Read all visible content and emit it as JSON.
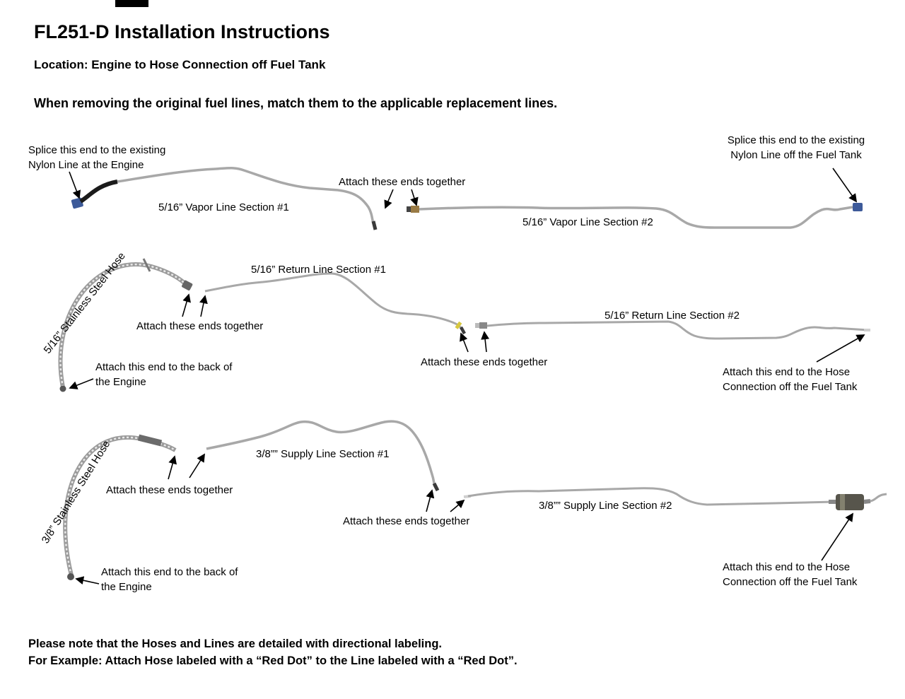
{
  "header": {
    "title": "FL251-D Installation Instructions",
    "location": "Location: Engine to Hose Connection off Fuel Tank",
    "note": "When removing the original fuel lines, match them to the applicable replacement lines."
  },
  "vapor": {
    "splice_engine": "Splice this end to the existing\nNylon Line at the Engine",
    "section1": "5/16” Vapor Line Section #1",
    "attach": "Attach these ends together",
    "section2": "5/16” Vapor Line Section #2",
    "splice_tank": "Splice this end to the existing\nNylon Line off the Fuel Tank"
  },
  "return": {
    "hose": "5/16” Stainless Steel Hose",
    "section1": "5/16” Return Line Section #1",
    "attach1": "Attach these ends together",
    "attach2": "Attach these ends together",
    "section2": "5/16” Return Line Section #2",
    "engine_end": "Attach this end to the back of\nthe Engine",
    "tank_end": "Attach this end to the Hose\nConnection off the Fuel Tank"
  },
  "supply": {
    "hose": "3/8” Stainless Steel Hose",
    "section1": "3/8”” Supply Line Section #1",
    "attach1": "Attach these ends together",
    "attach2": "Attach these ends together",
    "section2": "3/8”” Supply Line Section #2",
    "engine_end": "Attach this end to the back of\nthe Engine",
    "tank_end": "Attach this end to the Hose\nConnection off the Fuel Tank"
  },
  "footer": {
    "line1": "Please note that the Hoses and Lines are detailed with directional labeling.",
    "line2": "For Example: Attach Hose labeled with a “Red Dot” to the Line labeled with a “Red Dot”."
  },
  "colors": {
    "line_steel": "#a8a8a8",
    "fitting_blue": "#3d5a99",
    "fitting_gold": "#9a7b45",
    "hose_black": "#1b1b1b",
    "arrow_black": "#000000"
  }
}
